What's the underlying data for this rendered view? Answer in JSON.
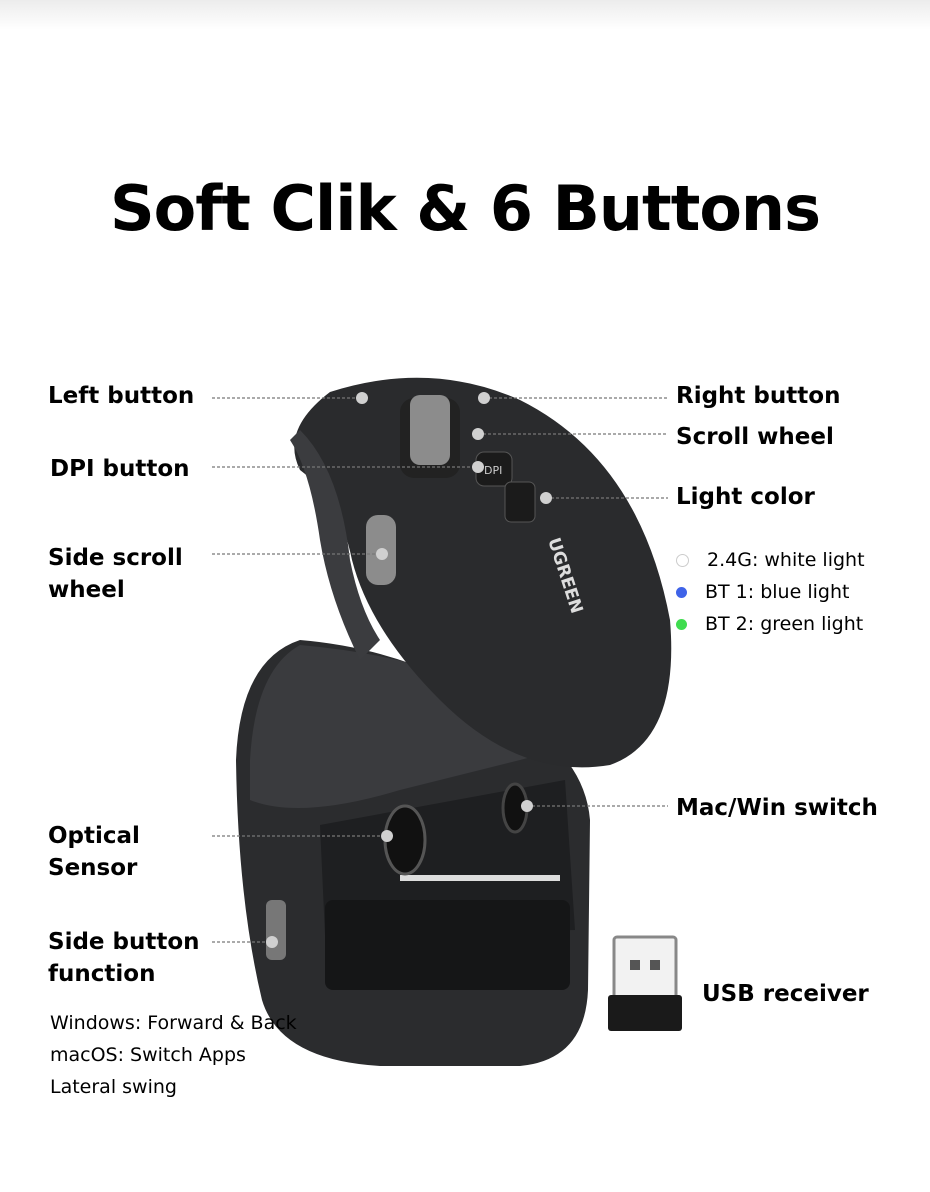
{
  "title": "Soft Clik & 6 Buttons",
  "labels": {
    "left_button": "Left button",
    "dpi_button": "DPI button",
    "side_scroll_wheel": "Side scroll wheel",
    "optical_sensor": "Optical Sensor",
    "side_button_function": "Side button function",
    "right_button": "Right button",
    "scroll_wheel": "Scroll wheel",
    "light_color": "Light color",
    "mac_win_switch": "Mac/Win switch",
    "usb_receiver": "USB receiver"
  },
  "light_legend": [
    {
      "text": "2.4G: white light",
      "color": "#ffffff"
    },
    {
      "text": "BT 1: blue light",
      "color": "#3f63e8"
    },
    {
      "text": "BT 2: green light",
      "color": "#3fdc4f"
    }
  ],
  "side_button_details": [
    "Windows: Forward & Back",
    "macOS: Switch Apps",
    "Lateral swing"
  ],
  "brand_logo": "UGREEN",
  "dpi_key": "DPI"
}
